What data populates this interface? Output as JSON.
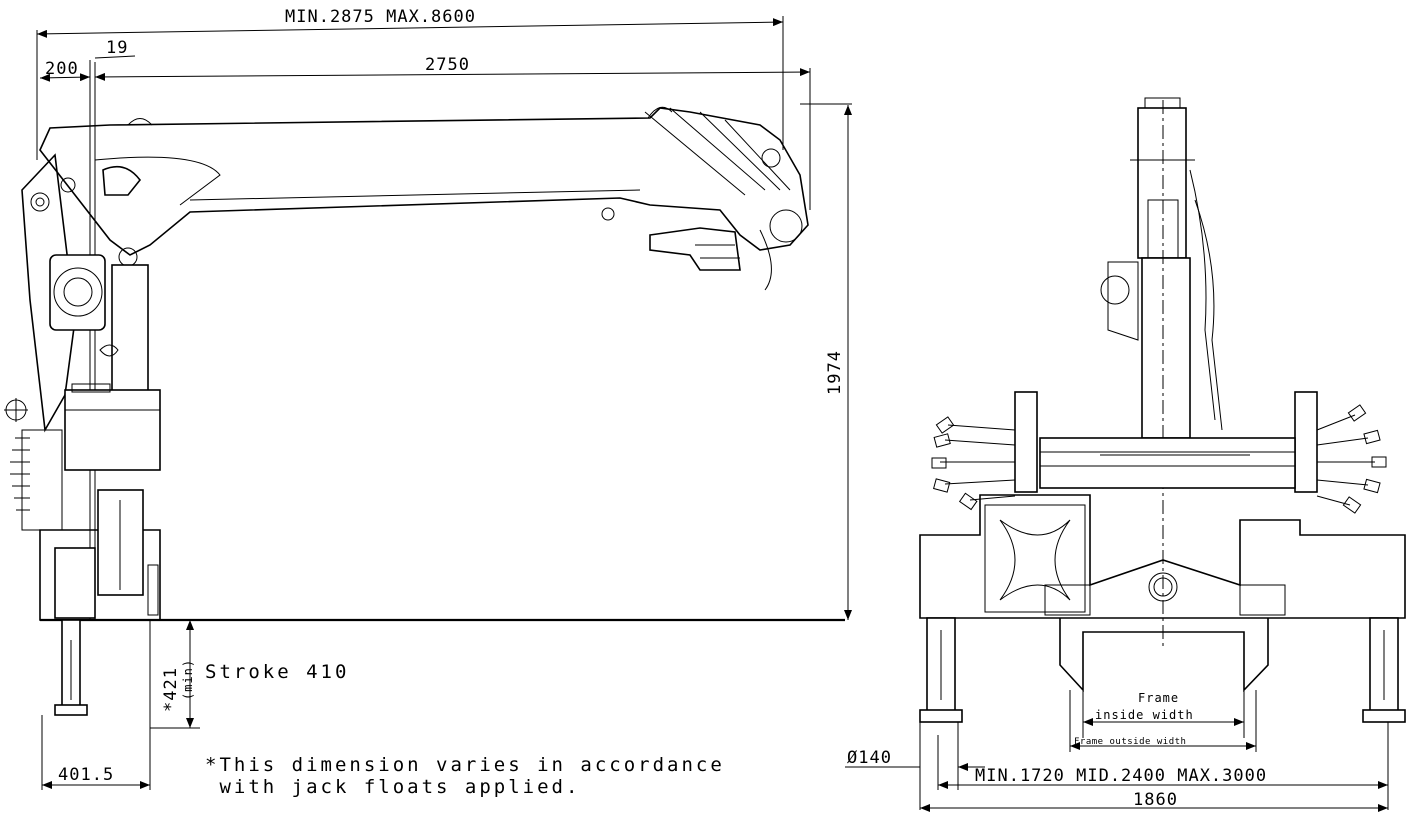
{
  "dimensions": {
    "overall_reach": "MIN.2875 MAX.8600",
    "offset_19": "19",
    "offset_200": "200",
    "boom_2750": "2750",
    "height_1974": "1974",
    "jack_min": "*421",
    "jack_min_unit": "(min)",
    "stroke": "Stroke 410",
    "base_401": "401.5",
    "float_dia": "Ø140",
    "outrigger_span": "MIN.1720 MID.2400 MAX.3000",
    "base_width": "1860"
  },
  "labels": {
    "frame_line1": "Frame",
    "frame_line2": "inside width",
    "frame_outside": "Frame outside width"
  },
  "notes": {
    "line1": "*This dimension varies in accordance",
    "line2": " with jack floats applied."
  }
}
